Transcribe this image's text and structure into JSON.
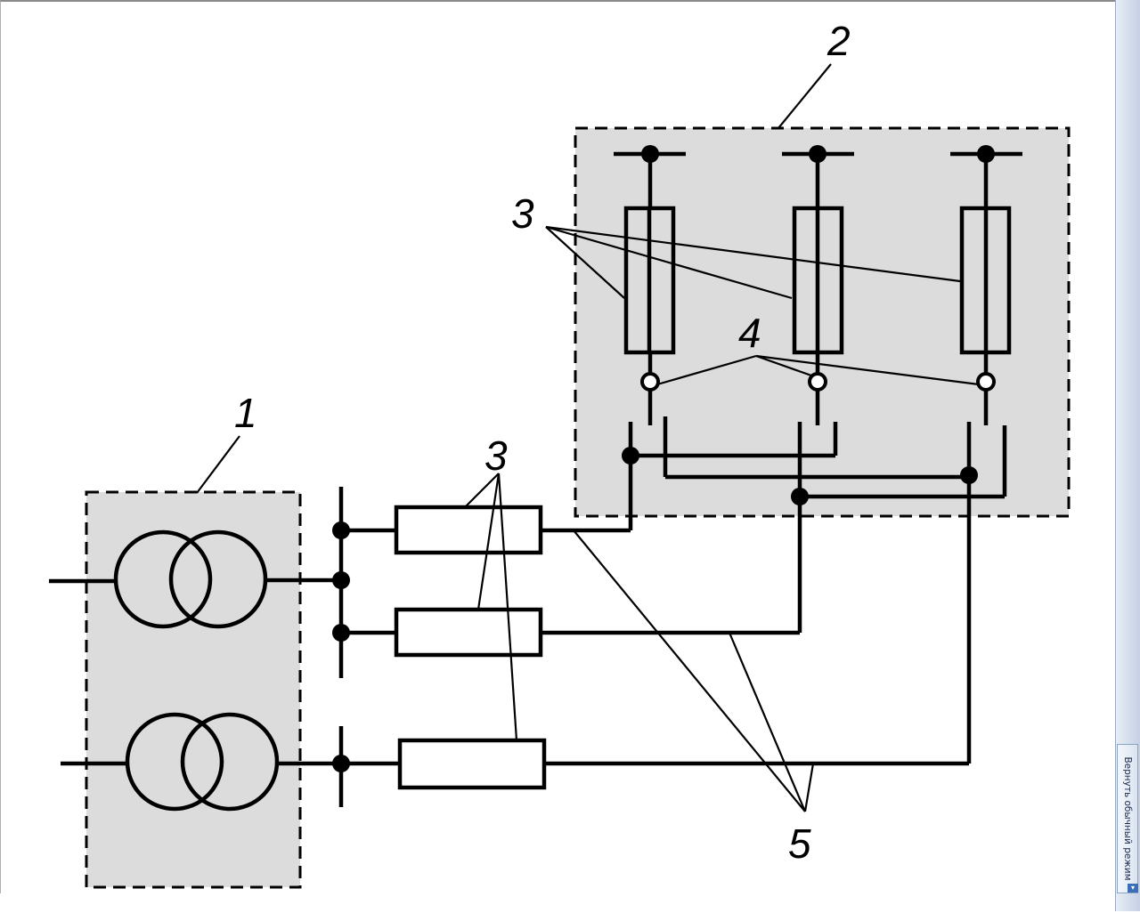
{
  "diagram": {
    "labels": {
      "label_1": "1",
      "label_2": "2",
      "label_3_upper": "3",
      "label_3_lower": "3",
      "label_4": "4",
      "label_5": "5"
    },
    "colors": {
      "enclosure_fill": "#dcdcdc",
      "line": "#000000",
      "background": "#ffffff"
    }
  },
  "side_panel": {
    "restore_button_label": "Вернуть обычный режим",
    "restore_button_icon": "chevron-down-icon"
  }
}
